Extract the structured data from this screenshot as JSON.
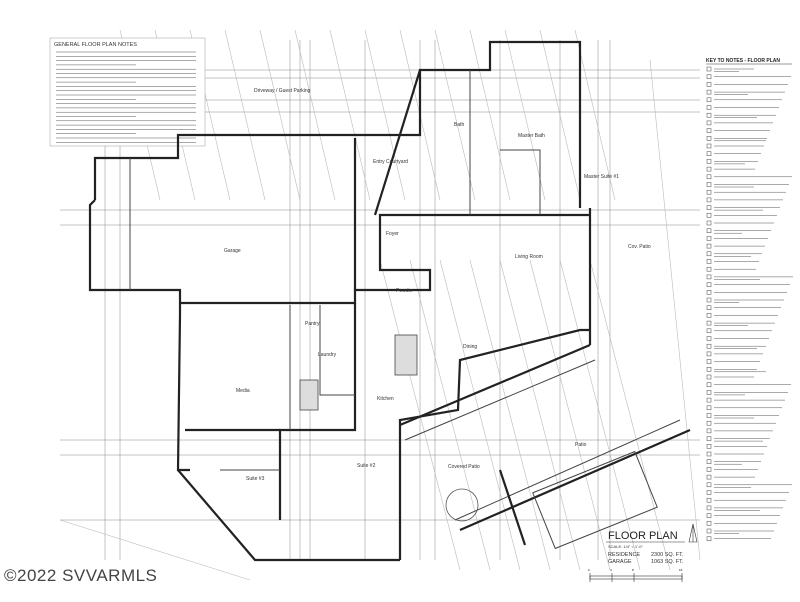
{
  "sheet": {
    "watermark": "©2022 SVVARMLS",
    "title_block": {
      "title": "FLOOR PLAN",
      "scale": "SCALE: 1/4\" = 1'-0\"",
      "areas": [
        {
          "label": "RESIDENCE",
          "value": "2300 SQ. FT."
        },
        {
          "label": "GARAGE",
          "value": "1063 SQ. FT."
        }
      ],
      "scale_bar_ticks": [
        "0",
        "4",
        "8",
        "16"
      ]
    },
    "key_to_notes": {
      "heading": "KEY TO NOTES  -  FLOOR PLAN",
      "item_count": 62
    },
    "general_notes_heading": "GENERAL FLOOR PLAN NOTES",
    "rooms": [
      {
        "id": "driveway",
        "label": "Driveway / Guest Parking"
      },
      {
        "id": "garage",
        "label": "Garage"
      },
      {
        "id": "entry",
        "label": "Entry Courtyard"
      },
      {
        "id": "foyer",
        "label": "Foyer"
      },
      {
        "id": "bath",
        "label": "Bath"
      },
      {
        "id": "master-bath",
        "label": "Master Bath"
      },
      {
        "id": "master-suite",
        "label": "Master Suite #1"
      },
      {
        "id": "cov-patio",
        "label": "Cov. Patio"
      },
      {
        "id": "living",
        "label": "Living Room"
      },
      {
        "id": "powder",
        "label": "Powder"
      },
      {
        "id": "pantry",
        "label": "Pantry"
      },
      {
        "id": "laundry",
        "label": "Laundry"
      },
      {
        "id": "kitchen",
        "label": "Kitchen"
      },
      {
        "id": "dining",
        "label": "Dining"
      },
      {
        "id": "media",
        "label": "Media"
      },
      {
        "id": "suite3",
        "label": "Suite #3"
      },
      {
        "id": "suite2",
        "label": "Suite #2"
      },
      {
        "id": "covered-patio",
        "label": "Covered Patio"
      },
      {
        "id": "patio",
        "label": "Patio"
      }
    ]
  }
}
